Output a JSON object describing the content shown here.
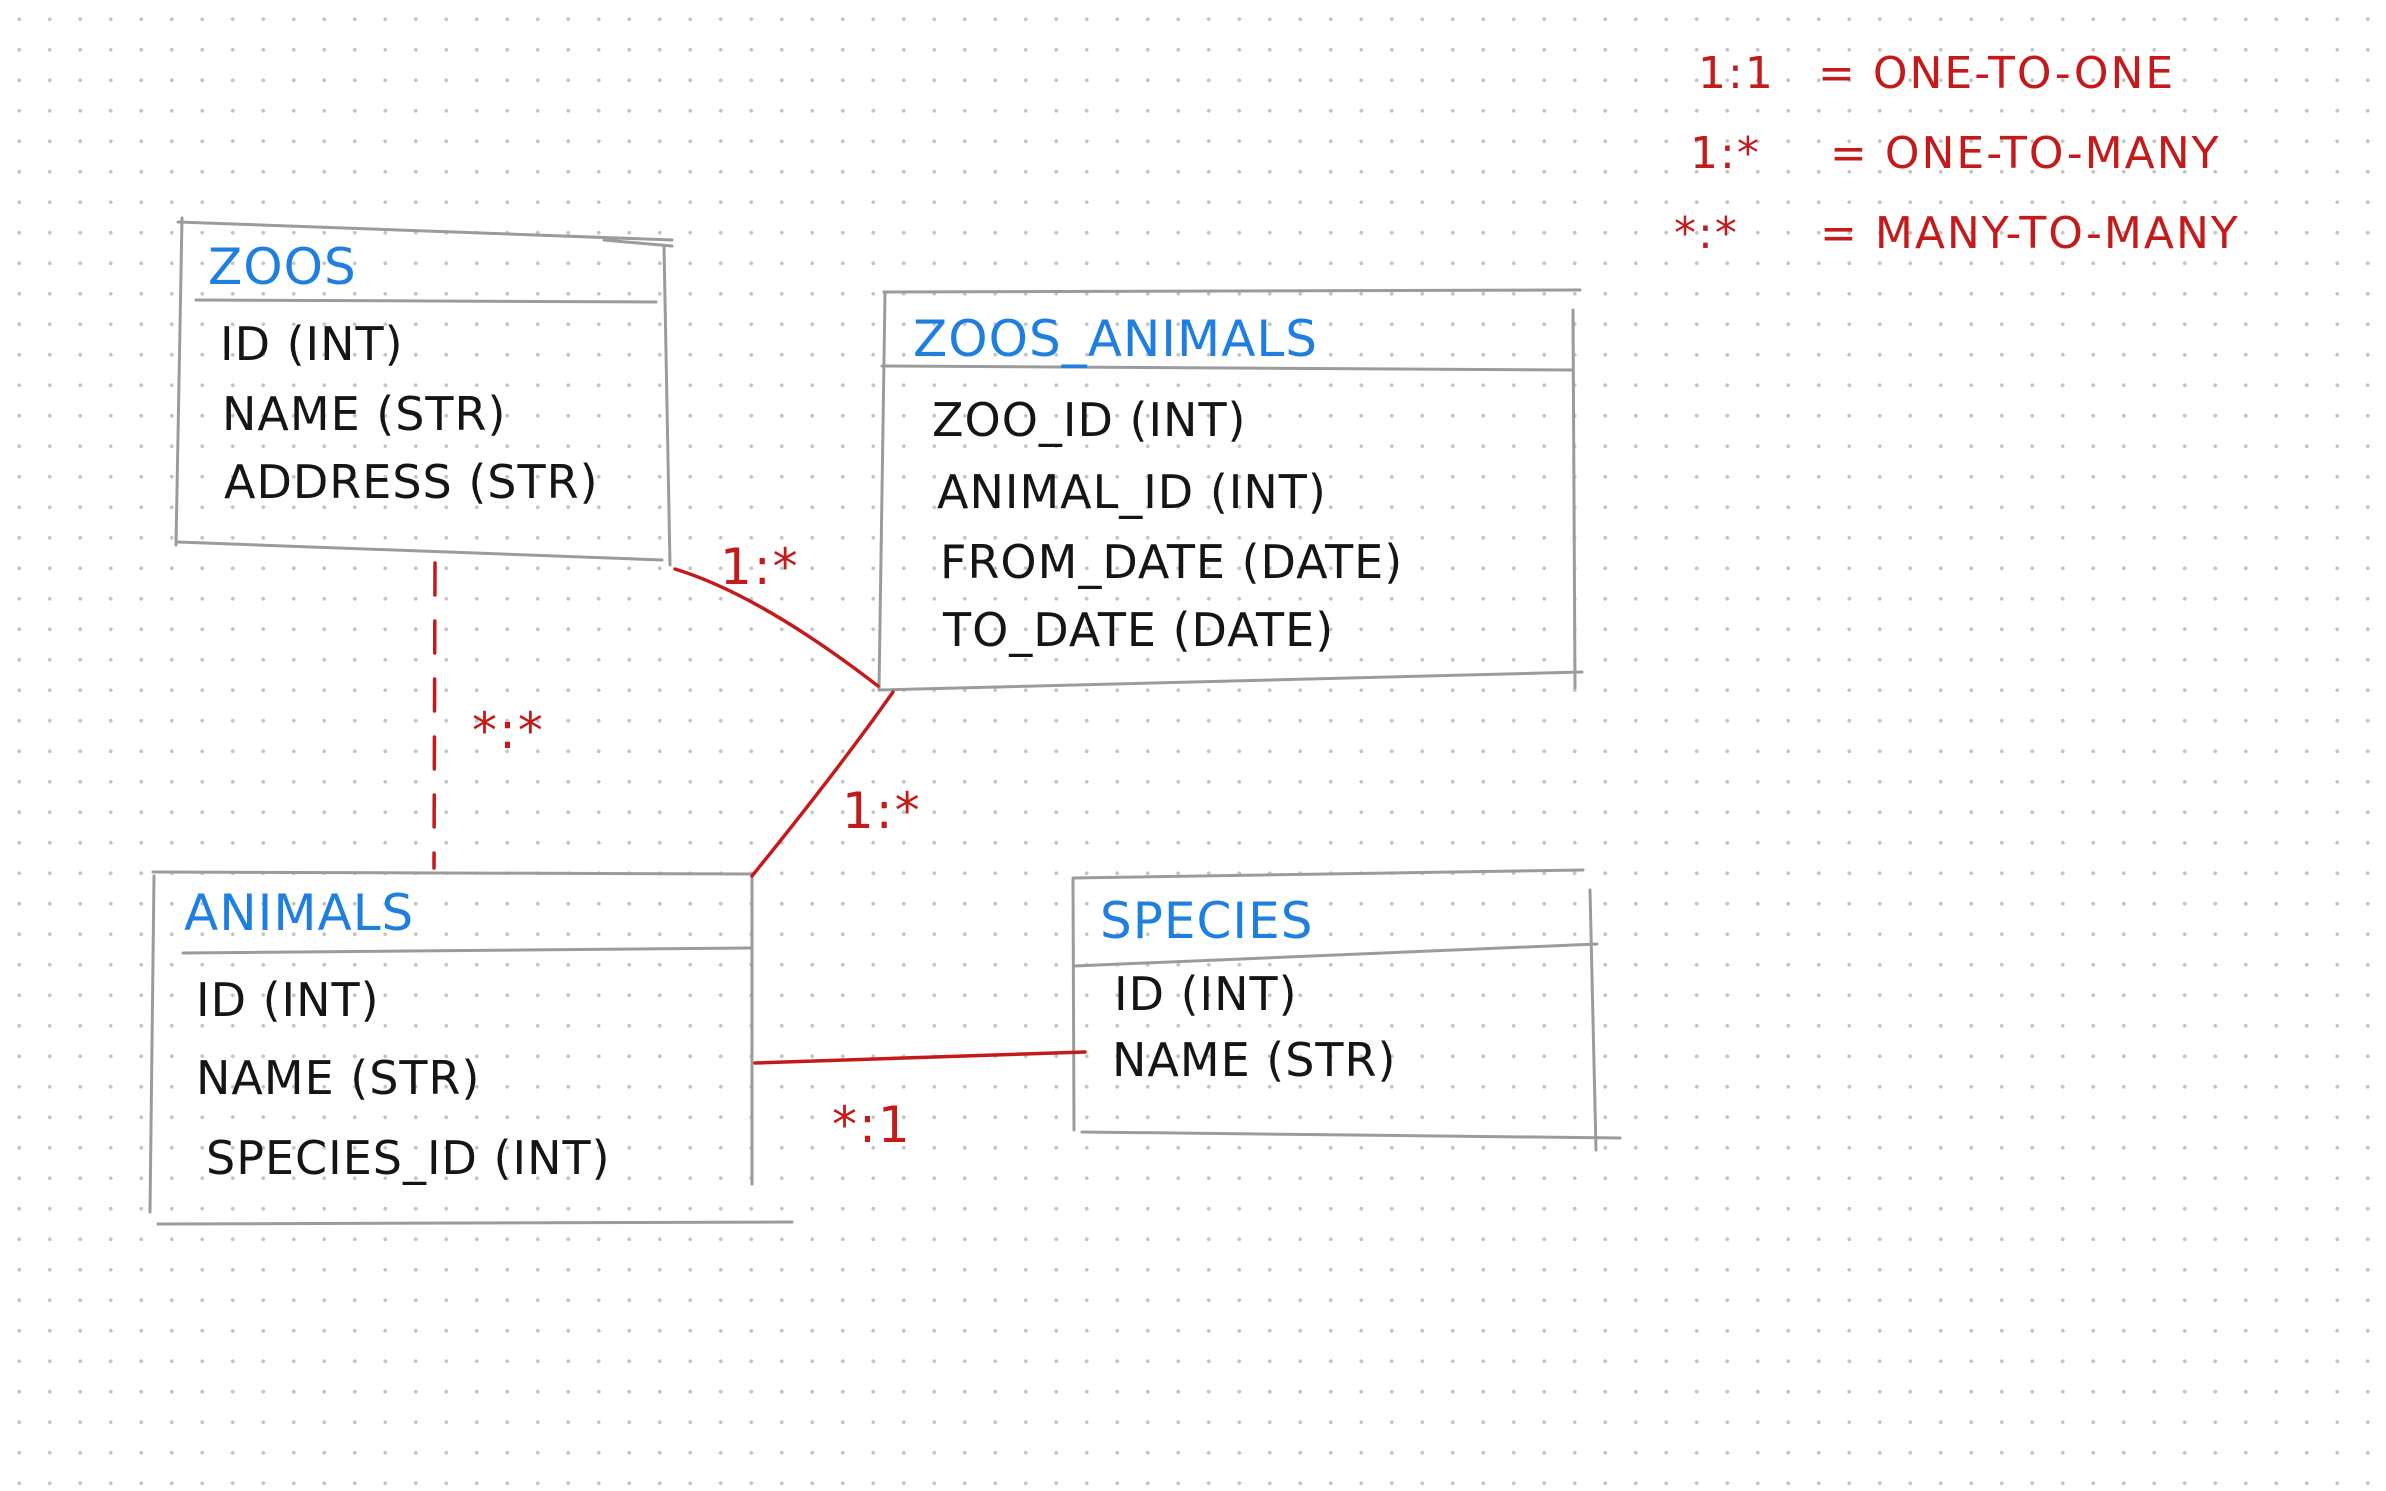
{
  "legend": [
    {
      "symbol": "1:1",
      "meaning": "= ONE-TO-ONE"
    },
    {
      "symbol": "1:*",
      "meaning": "= ONE-TO-MANY"
    },
    {
      "symbol": "*:*",
      "meaning": "= MANY-TO-MANY"
    }
  ],
  "tables": {
    "zoos": {
      "title": "ZOOS",
      "fields": [
        "ID (INT)",
        "NAME (STR)",
        "ADDRESS (STR)"
      ]
    },
    "zoos_animals": {
      "title": "ZOOS_ANIMALS",
      "fields": [
        "ZOO_ID (INT)",
        "ANIMAL_ID (INT)",
        "FROM_DATE (DATE)",
        "TO_DATE (DATE)"
      ]
    },
    "animals": {
      "title": "ANIMALS",
      "fields": [
        "ID (INT)",
        "NAME (STR)",
        "SPECIES_ID (INT)"
      ]
    },
    "species": {
      "title": "SPECIES",
      "fields": [
        "ID (INT)",
        "NAME (STR)"
      ]
    }
  },
  "relationships": [
    {
      "from": "ZOOS",
      "to": "ZOOS_ANIMALS",
      "label": "1:*",
      "style": "solid"
    },
    {
      "from": "ZOOS_ANIMALS",
      "to": "ANIMALS",
      "label": "1:*",
      "style": "solid"
    },
    {
      "from": "ZOOS",
      "to": "ANIMALS",
      "label": "*:*",
      "style": "dashed"
    },
    {
      "from": "ANIMALS",
      "to": "SPECIES",
      "label": "*:1",
      "style": "solid"
    }
  ],
  "colors": {
    "title_blue": "#1e7fe0",
    "relationship_red": "#c41a1a",
    "field_black": "#151515",
    "frame_gray": "#9b9b9b"
  }
}
